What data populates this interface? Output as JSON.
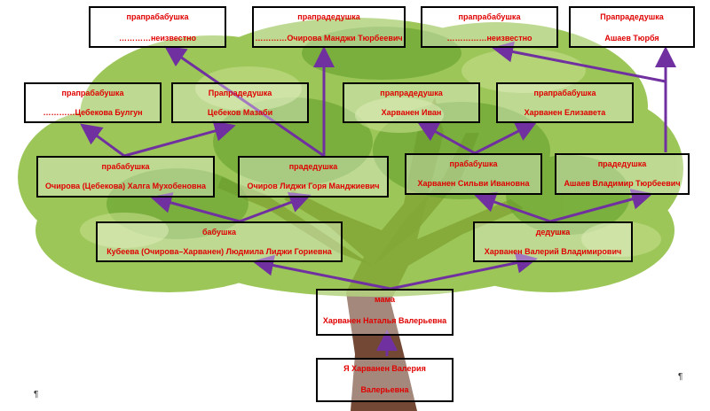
{
  "colors": {
    "label_red": "#e00000",
    "arrow": "#7030a0",
    "leaf": "#8bc34a",
    "trunk": "#6b3f2a"
  },
  "para_mark": "¶",
  "boxes": [
    {
      "id": "ggm1",
      "role": "прапрабабушка",
      "name": "…………неизвестно"
    },
    {
      "id": "ggf1",
      "role": "прапрадедушка",
      "name": "…………Очирова Манджи Тюрбеевич"
    },
    {
      "id": "ggm2",
      "role": "прапрабабушка",
      "name": "……………неизвестно"
    },
    {
      "id": "ggf2",
      "role": "Прапрадедушка",
      "name": "Ашаев Тюрбя"
    },
    {
      "id": "ggm3",
      "role": "прапрабабушка",
      "name": "…………Цебекова Булгун"
    },
    {
      "id": "ggf3",
      "role": "Прапрадедушка",
      "name": "Цебеков Мазаби"
    },
    {
      "id": "ggf4",
      "role": "прапрадедушка",
      "name": "Харванен Иван"
    },
    {
      "id": "ggm4",
      "role": "прапрабабушка",
      "name": "Харванен Елизавета"
    },
    {
      "id": "gm1",
      "role": "прабабушка",
      "name": "Очирова (Цебекова) Халга Мухобеновна"
    },
    {
      "id": "gf1",
      "role": "прадедушка",
      "name": "Очиров Лиджи Горя Манджиевич"
    },
    {
      "id": "gm2",
      "role": "прабабушка",
      "name": "Харванен Сильви Ивановна"
    },
    {
      "id": "gf2",
      "role": "прадедушка",
      "name": "Ашаев Владимир Тюрбеевич"
    },
    {
      "id": "grandma",
      "role": "бабушка",
      "name": "Кубеева (Очирова–Харванен) Людмила Лиджи Гориевна"
    },
    {
      "id": "grandpa",
      "role": "дедушка",
      "name": "Харванен Валерий Владимирович"
    },
    {
      "id": "mom",
      "role": "мама",
      "name": "Харванен Наталья Валерьевна"
    },
    {
      "id": "me",
      "role": "Я Харванен Валерия",
      "name": "Валерьевна"
    }
  ]
}
